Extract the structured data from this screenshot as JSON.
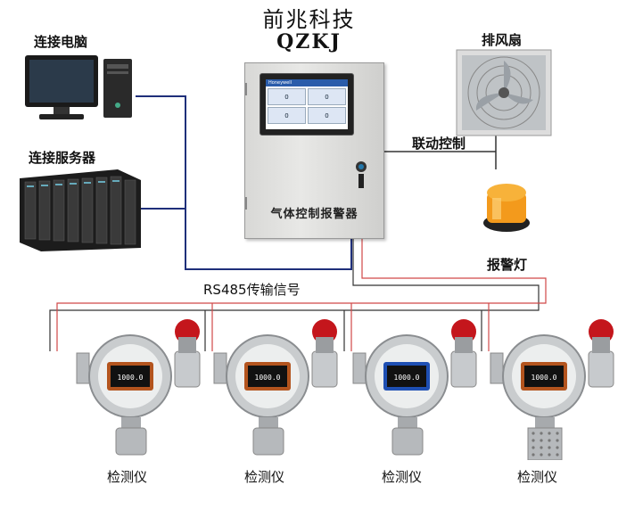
{
  "brand": {
    "name_cn": "前兆科技",
    "name_en": "QZKJ"
  },
  "labels": {
    "computer": "连接电脑",
    "server": "连接服务器",
    "fan": "排风扇",
    "linkage": "联动控制",
    "alarm_light": "报警灯",
    "rs485": "RS485传输信号"
  },
  "cabinet": {
    "label": "气体控制报警器",
    "screen_title": "Honeywell",
    "screen_values": [
      "0",
      "0",
      "0",
      "0"
    ]
  },
  "detectors": [
    {
      "label": "检测仪",
      "screen_color": "#b3541e",
      "reading": "1000.0"
    },
    {
      "label": "检测仪",
      "screen_color": "#b3541e",
      "reading": "1000.0"
    },
    {
      "label": "检测仪",
      "screen_color": "#1e4fb3",
      "reading": "1000.0"
    },
    {
      "label": "检测仪",
      "screen_color": "#b3541e",
      "reading": "1000.0"
    }
  ]
}
